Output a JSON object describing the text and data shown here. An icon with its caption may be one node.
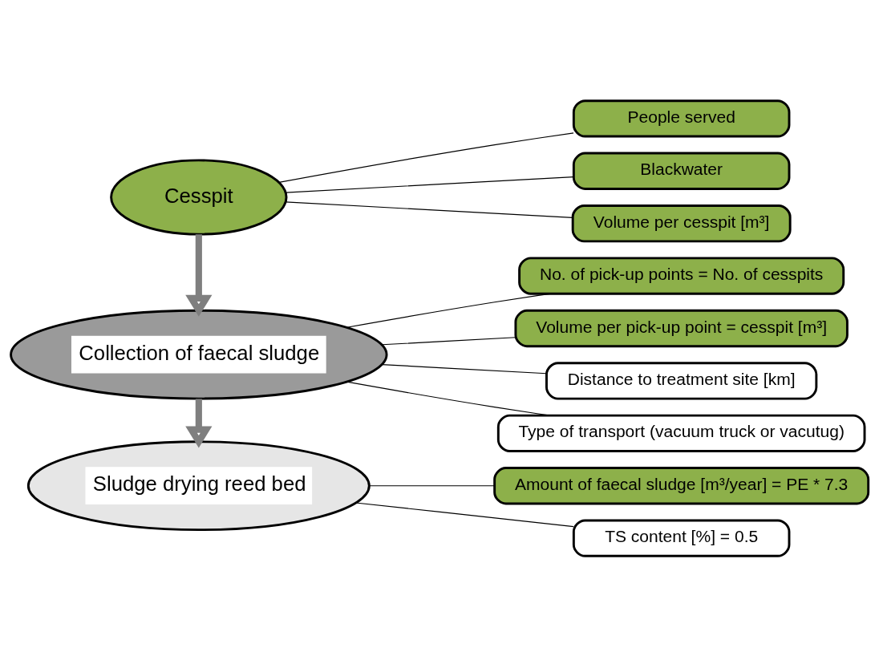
{
  "diagram": {
    "nodes": [
      {
        "text": [
          "Cesspit"
        ]
      },
      {
        "text": [
          "People served"
        ]
      },
      {
        "text": [
          "Blackwater"
        ]
      },
      {
        "text": [
          "Volume per cesspit [m³]"
        ]
      },
      {
        "text": [
          "Collection of faecal sludge"
        ]
      },
      {
        "text": [
          "No. of pick-up points = No. of cesspits"
        ]
      },
      {
        "text": [
          "Volume per pick-up point = cesspit [m³]"
        ]
      },
      {
        "text": [
          "Distance to treatment site [km]"
        ]
      },
      {
        "text": [
          "Type of transport (vacuum truck or vacutug)"
        ]
      },
      {
        "text": [
          "Sludge drying reed bed"
        ]
      },
      {
        "text": [
          "Amount of faecal sludge [m³/year] = PE * 7.3"
        ]
      },
      {
        "text": [
          "TS content [%] = 0.5"
        ]
      }
    ],
    "edges": [
      {
        "from": 0,
        "to": 1,
        "arrow": "none"
      },
      {
        "from": 0,
        "to": 2,
        "arrow": "none"
      },
      {
        "from": 0,
        "to": 3,
        "arrow": "none"
      },
      {
        "from": 0,
        "to": 4,
        "arrow": "to",
        "style": "thick",
        "color": "#7f7f7f"
      },
      {
        "from": 4,
        "to": 5,
        "arrow": "none"
      },
      {
        "from": 4,
        "to": 6,
        "arrow": "none"
      },
      {
        "from": 4,
        "to": 7,
        "arrow": "none"
      },
      {
        "from": 4,
        "to": 8,
        "arrow": "none"
      },
      {
        "from": 4,
        "to": 9,
        "arrow": "to",
        "style": "thick",
        "color": "#7f7f7f"
      },
      {
        "from": 9,
        "to": 10,
        "arrow": "none"
      },
      {
        "from": 9,
        "to": 11,
        "arrow": "none"
      }
    ]
  }
}
